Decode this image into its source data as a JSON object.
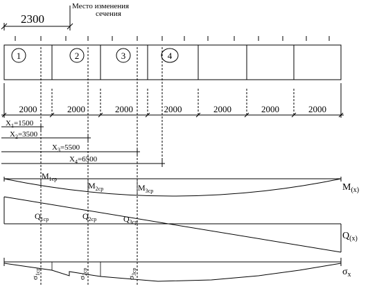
{
  "top_dimension": "2300",
  "change_note": {
    "line1": "Место изменения",
    "line2": "сечения"
  },
  "panels": [
    "1",
    "2",
    "3",
    "4"
  ],
  "spans": [
    "2000",
    "2000",
    "2000",
    "2000",
    "2000",
    "2000",
    "2000"
  ],
  "distances": [
    {
      "base": "X",
      "sub": "1",
      "value": "=1500"
    },
    {
      "base": "X",
      "sub": "2",
      "value": "=3500"
    },
    {
      "base": "X",
      "sub": "3",
      "value": "=5500"
    },
    {
      "base": "X",
      "sub": "4",
      "value": "=6500"
    }
  ],
  "moment": {
    "label": {
      "base": "M",
      "sub": "(x)"
    },
    "points": [
      {
        "base": "M",
        "sub": "1ср"
      },
      {
        "base": "M",
        "sub": "2ср"
      },
      {
        "base": "M",
        "sub": "3ср"
      }
    ]
  },
  "shear": {
    "label": {
      "base": "Q",
      "sub": "(x)"
    },
    "points": [
      {
        "base": "Q",
        "sub": "1ср"
      },
      {
        "base": "Q",
        "sub": "2ср"
      },
      {
        "base": "Q",
        "sub": "3ср"
      }
    ]
  },
  "stress": {
    "label": {
      "base": "σ",
      "sub": "x"
    },
    "points": [
      {
        "base": "σ",
        "sub": "1ср"
      },
      {
        "base": "σ",
        "sub": "2ср"
      },
      {
        "base": "σ",
        "sub": "3ср"
      }
    ]
  }
}
